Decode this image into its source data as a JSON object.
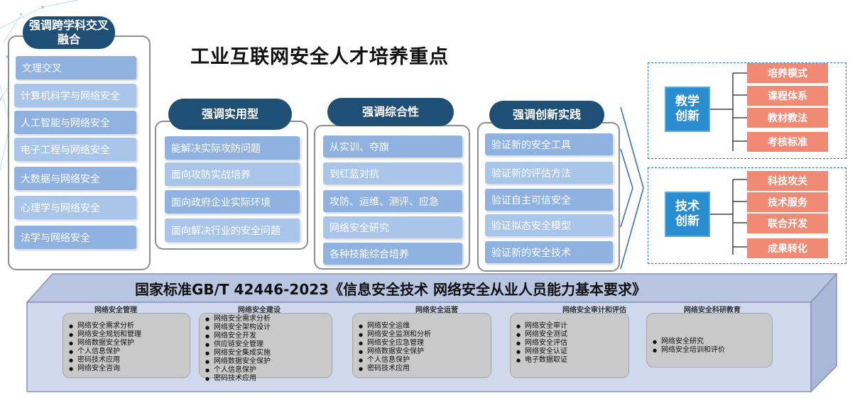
{
  "title": "工业互联网安全人才培养重点",
  "interdisciplinary": {
    "header": "强调跨学科交叉融合",
    "items": [
      "文理交叉",
      "计算机科学与网络安全",
      "人工智能与网络安全",
      "电子工程与网络安全",
      "大数据与网络安全",
      "心理学与网络安全",
      "法学与网络安全"
    ]
  },
  "practical": {
    "header": "强调实用型",
    "items": [
      "能解决实际攻防问题",
      "面向攻防实战培养",
      "面向政府企业实际环境",
      "面向解决行业的安全问题"
    ]
  },
  "comprehensive": {
    "header": "强调综合性",
    "items": [
      "从实训、夺旗",
      "到红蓝对抗",
      "攻防、运维、测评、应急",
      "网络安全研究",
      "各种技能综合培养"
    ]
  },
  "innovation": {
    "header": "强调创新实践",
    "items": [
      "验证新的安全工具",
      "验证新的评估方法",
      "验证自主可信安全",
      "验证拟态安全模型",
      "验证新的安全技术"
    ]
  },
  "teaching": {
    "label": "教学创新",
    "items": [
      "培养模式",
      "课程体系",
      "教材教法",
      "考核标准"
    ]
  },
  "technology": {
    "label": "技术创新",
    "items": [
      "科技攻关",
      "技术服务",
      "联合开发",
      "成果转化"
    ]
  },
  "standard": {
    "title": "国家标准GB/T 42446-2023《信息安全技术 网络安全从业人员能力基本要求》",
    "categories": [
      {
        "name": "网络安全管理",
        "items": [
          "网络安全需求分析",
          "网络安全规划和管理",
          "网络数据安全保护",
          "个人信息保护",
          "密码技术应用",
          "网络安全咨询"
        ]
      },
      {
        "name": "网络安全建设",
        "items": [
          "网络安全需求分析",
          "网络安全架构设计",
          "网络安全开发",
          "供应链安全管理",
          "网络安全集成实施",
          "网络数据安全保护",
          "个人信息保护",
          "密码技术应用"
        ]
      },
      {
        "name": "网络安全运营",
        "items": [
          "网络安全运维",
          "网络安全监测和分析",
          "网络安全应急管理",
          "网络数据安全保护",
          "个人信息保护",
          "密码技术应用"
        ]
      },
      {
        "name": "网络安全审计和评估",
        "items": [
          "网络安全审计",
          "网络安全测试",
          "网络安全评估",
          "网络安全认证",
          "电子数据取证"
        ]
      },
      {
        "name": "网络安全科研教育",
        "items": [
          "网络安全研究",
          "网络安全培训和评价"
        ]
      }
    ]
  },
  "colors": {
    "pill": "#1f4f74",
    "item_dark": "#8fb2e0",
    "item_light": "#a9c5ea",
    "blue_box": "#2a8dcf",
    "orange": "#f08a75",
    "base_face": "#cfd8ec",
    "base_top": "#b9c6e3"
  }
}
